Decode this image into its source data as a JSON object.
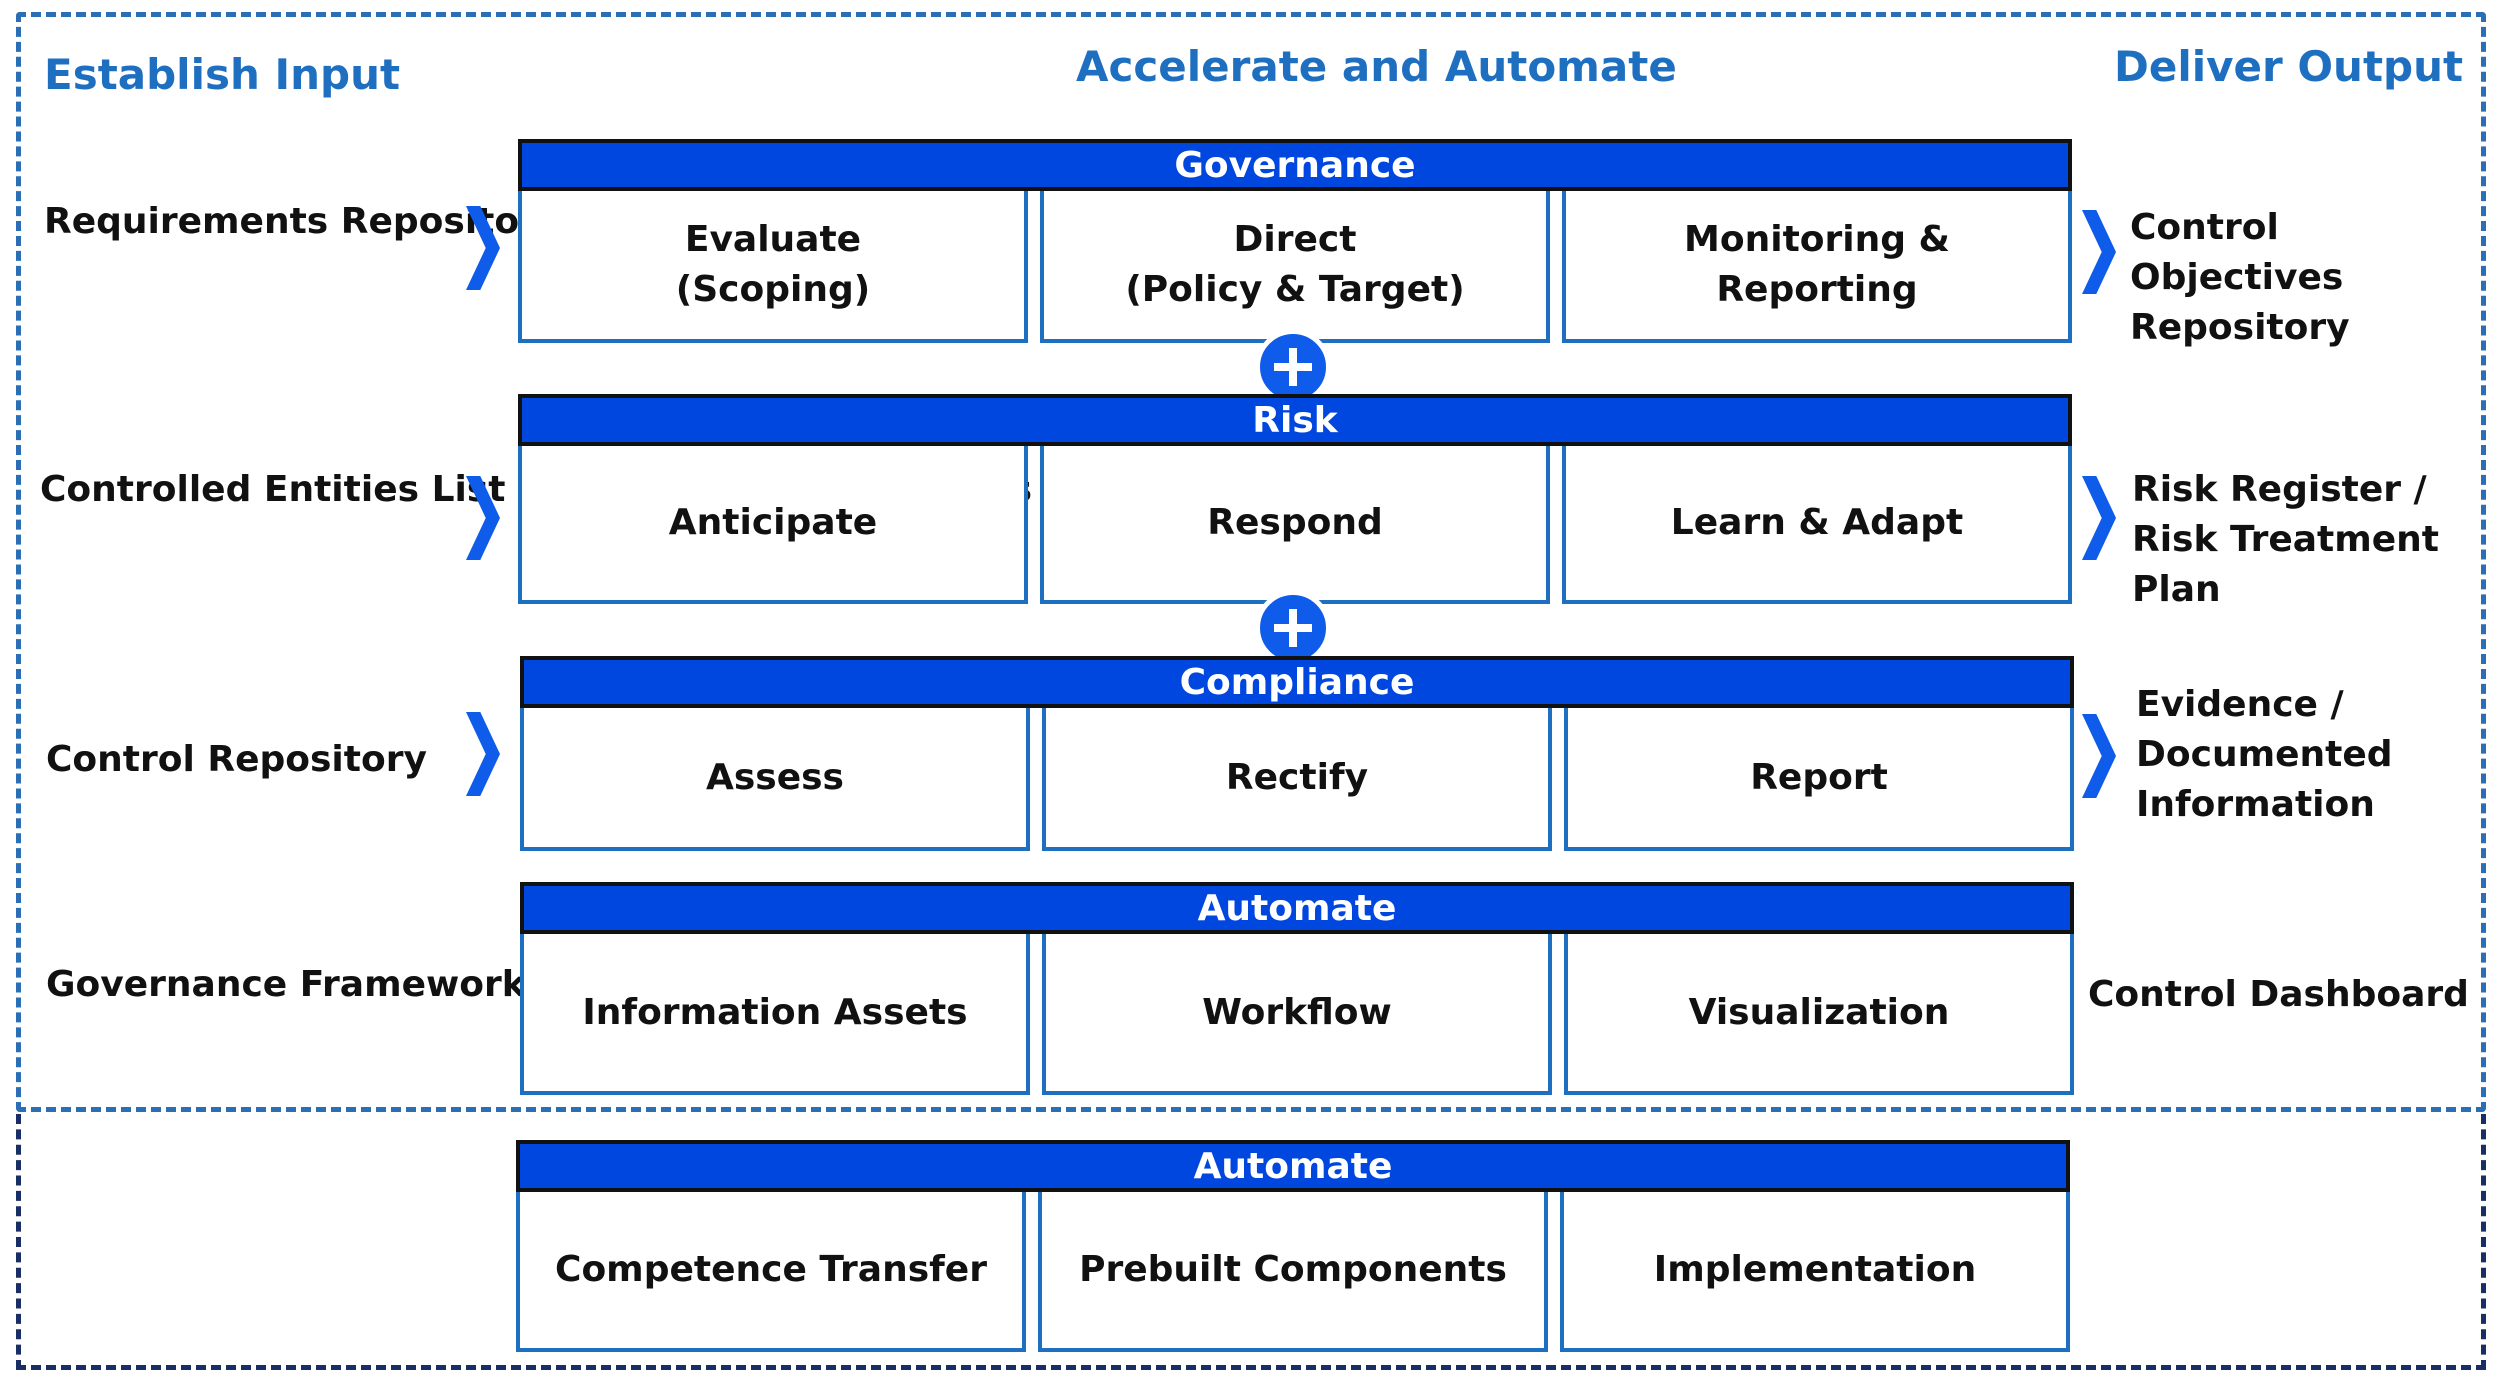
{
  "columns": {
    "input": "Establish Input",
    "accelerate": "Accelerate and Automate",
    "output": "Deliver Output"
  },
  "groups": [
    {
      "header": "Governance",
      "input": "Requirements\nRepository",
      "output": "Control Objectives\nRepository",
      "cells": [
        "Evaluate\n(Scoping)",
        "Direct\n(Policy & Target)",
        "Monitoring &\nReporting"
      ]
    },
    {
      "header": "Risk",
      "input": "Controlled Entities List /\nVulnerabilities / Threats",
      "output": "Risk Register / Risk\nTreatment Plan",
      "cells": [
        "Anticipate",
        "Respond",
        "Learn & Adapt"
      ]
    },
    {
      "header": "Compliance",
      "input": "Control Repository",
      "output": "Evidence /\nDocumented\nInformation",
      "cells": [
        "Assess",
        "Rectify",
        "Report"
      ]
    },
    {
      "header": "Automate",
      "input": "Governance Framework",
      "output": "Control Dashboard",
      "cells": [
        "Information Assets",
        "Workflow",
        "Visualization"
      ]
    },
    {
      "header": "Automate",
      "cells": [
        "Competence Transfer",
        "Prebuilt Components",
        "Implementation"
      ]
    }
  ],
  "colors": {
    "header_fill": "#0047e0",
    "chevron": "#0f5bea",
    "title_text": "#1f6fc1",
    "frame_top": "#2a6fb5",
    "frame_bottom": "#1a2e66"
  },
  "icons": {
    "connector": "plus-circle-icon",
    "flow": "chevron-right-icon"
  }
}
